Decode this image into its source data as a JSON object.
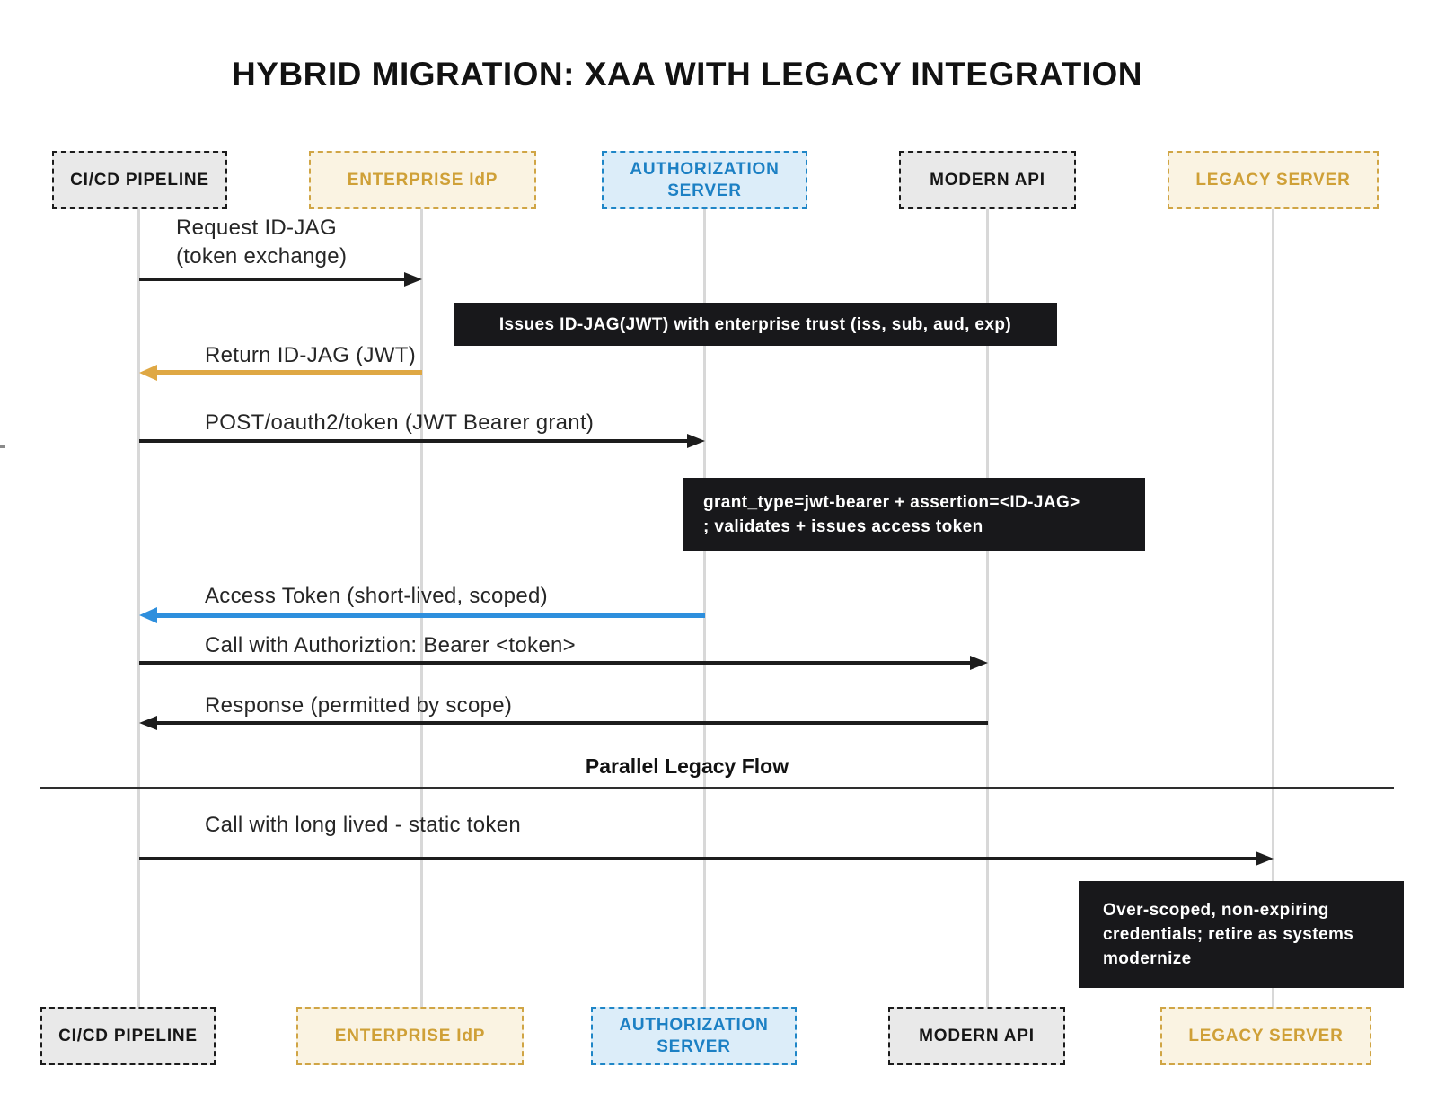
{
  "title": "HYBRID MIGRATION: XAA WITH LEGACY INTEGRATION",
  "palette": {
    "gray_actor_bg": "#e9e9e9",
    "gray_actor_border": "#1c1c1c",
    "gold_actor_bg": "#faf3e2",
    "gold_accent": "#cfa037",
    "blue_actor_bg": "#dcedf9",
    "blue_accent": "#1c80c4",
    "arrow_black": "#1d1d1d",
    "arrow_gold": "#dfa844",
    "arrow_blue": "#2e8fdd",
    "note_bg": "#18181b",
    "note_text": "#ffffff",
    "lifeline_gray": "#d8d8d8"
  },
  "actors": [
    {
      "label": "CI/CD PIPELINE",
      "scheme": "gray"
    },
    {
      "label": "ENTERPRISE IdP",
      "scheme": "gold"
    },
    {
      "label": "AUTHORIZATION SERVER",
      "scheme": "blue"
    },
    {
      "label": "MODERN API",
      "scheme": "gray"
    },
    {
      "label": "LEGACY SERVER",
      "scheme": "gold"
    }
  ],
  "messages": [
    {
      "label": "Request ID-JAG\n(token exchange)",
      "from": "CI/CD PIPELINE",
      "to": "ENTERPRISE IdP",
      "direction": "right",
      "color": "#1d1d1d"
    },
    {
      "label": "Return ID-JAG (JWT)",
      "from": "ENTERPRISE IdP",
      "to": "CI/CD PIPELINE",
      "direction": "left",
      "color": "#dfa844"
    },
    {
      "label": "POST/oauth2/token (JWT Bearer grant)",
      "from": "CI/CD PIPELINE",
      "to": "AUTHORIZATION SERVER",
      "direction": "right",
      "color": "#1d1d1d"
    },
    {
      "label": "Access Token (short-lived, scoped)",
      "from": "AUTHORIZATION SERVER",
      "to": "CI/CD PIPELINE",
      "direction": "left",
      "color": "#2e8fdd"
    },
    {
      "label": "Call with Authoriztion: Bearer <token>",
      "from": "CI/CD PIPELINE",
      "to": "MODERN API",
      "direction": "right",
      "color": "#1d1d1d"
    },
    {
      "label": "Response (permitted by scope)",
      "from": "MODERN API",
      "to": "CI/CD PIPELINE",
      "direction": "left",
      "color": "#1d1d1d"
    },
    {
      "label": "Call with long lived - static token",
      "from": "CI/CD PIPELINE",
      "to": "LEGACY SERVER",
      "direction": "right",
      "color": "#1d1d1d"
    }
  ],
  "notes": [
    {
      "text": "Issues ID-JAG(JWT) with enterprise trust (iss, sub, aud, exp)",
      "near": "ENTERPRISE IdP"
    },
    {
      "text": "grant_type=jwt-bearer + assertion=<ID-JAG>\n; validates + issues access token",
      "near": "AUTHORIZATION SERVER"
    },
    {
      "text": "Over-scoped, non-expiring credentials; retire as systems modernize",
      "near": "LEGACY SERVER"
    }
  ],
  "divider": {
    "label": "Parallel Legacy Flow"
  }
}
